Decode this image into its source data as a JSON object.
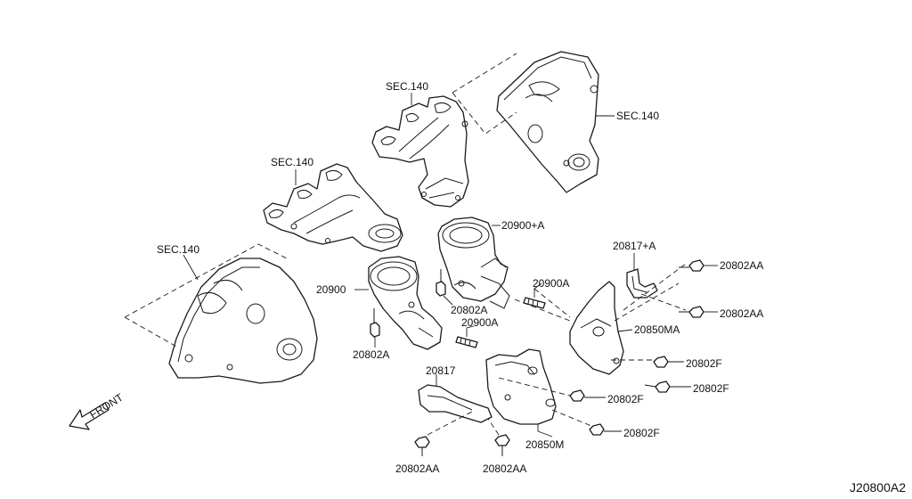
{
  "labels": {
    "sec_upper_left": "SEC.140",
    "sec_upper_right": "SEC.140",
    "sec_mid_left": "SEC.140",
    "sec_lower_left": "SEC.140",
    "cat_right": "20900+A",
    "cat_left": "20900",
    "stud_right": "20900A",
    "stud_left": "20900A",
    "nut_right": "20802A",
    "nut_left": "20802A",
    "bracket_right": "20817+A",
    "bracket_left": "20817",
    "bolt_aa_1": "20802AA",
    "bolt_aa_2": "20802AA",
    "bolt_aa_3": "20802AA",
    "bolt_aa_4": "20802AA",
    "cover_right": "20850MA",
    "cover_left": "20850M",
    "bolt_f_1": "20802F",
    "bolt_f_2": "20802F",
    "bolt_f_3": "20802F",
    "bolt_f_4": "20802F",
    "front": "FRONT"
  },
  "diagram_code": "J20800A2"
}
